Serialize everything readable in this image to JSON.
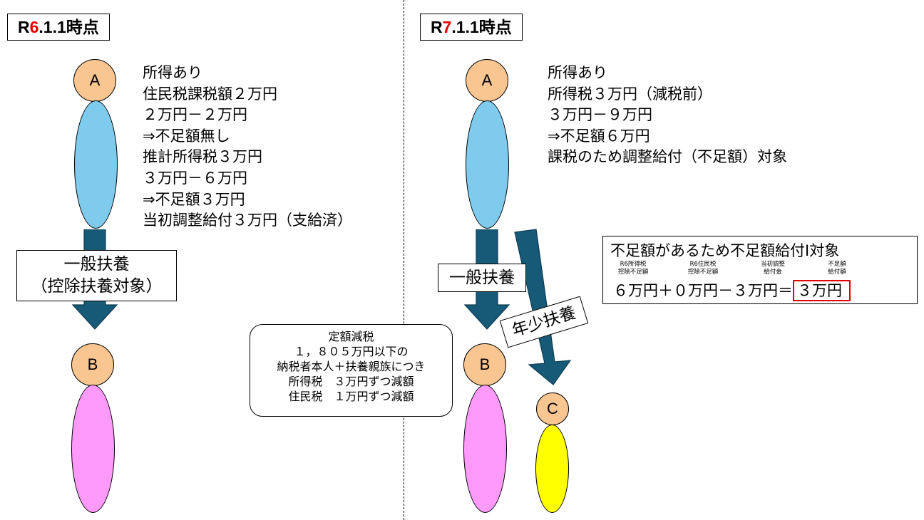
{
  "left": {
    "date_prefix": "R",
    "date_highlight": "6",
    "date_suffix": ".1.1時点",
    "person_a": "A",
    "person_b": "B",
    "info_lines": [
      "所得あり",
      "住民税課税額２万円",
      " ２万円－２万円",
      "⇒不足額無し",
      "推計所得税３万円",
      " ３万円－６万円",
      "⇒不足額３万円",
      "当初調整給付３万円（支給済）"
    ],
    "dependent_label_1": "一般扶養",
    "dependent_label_2": "（控除扶養対象）"
  },
  "right": {
    "date_prefix": "R",
    "date_highlight": "7",
    "date_suffix": ".1.1時点",
    "person_a": "A",
    "person_b": "B",
    "person_c": "C",
    "info_lines": [
      "所得あり",
      "所得税３万円（減税前）",
      " ３万円－９万円",
      "⇒不足額６万円",
      "課税のため調整給付（不足額）対象"
    ],
    "general_label": "一般扶養",
    "youth_label": "年少扶養"
  },
  "center_note": {
    "lines": [
      "定額減税",
      "１，８０５万円以下の",
      "納税者本人＋扶養親族につき",
      "所得税　３万円ずつ減額",
      "住民税　１万円ずつ減額"
    ]
  },
  "calc_box": {
    "title": "不足額があるため不足額給付Ⅰ対象",
    "col_labels": [
      [
        "R6所得税",
        "控除不足額"
      ],
      [
        "R6住民税",
        "控除不足額"
      ],
      [
        "当初調整",
        "給付金"
      ],
      [
        "不足額",
        "給付額"
      ]
    ],
    "formula": "６万円＋０万円－３万円＝",
    "result": "３万円"
  },
  "colors": {
    "circle": "#f9c590",
    "a_body": "#7ecbed",
    "b_body": "#ff99fa",
    "c_body": "#ffff00",
    "arrow": "#165a78",
    "highlight": "#e00000"
  }
}
